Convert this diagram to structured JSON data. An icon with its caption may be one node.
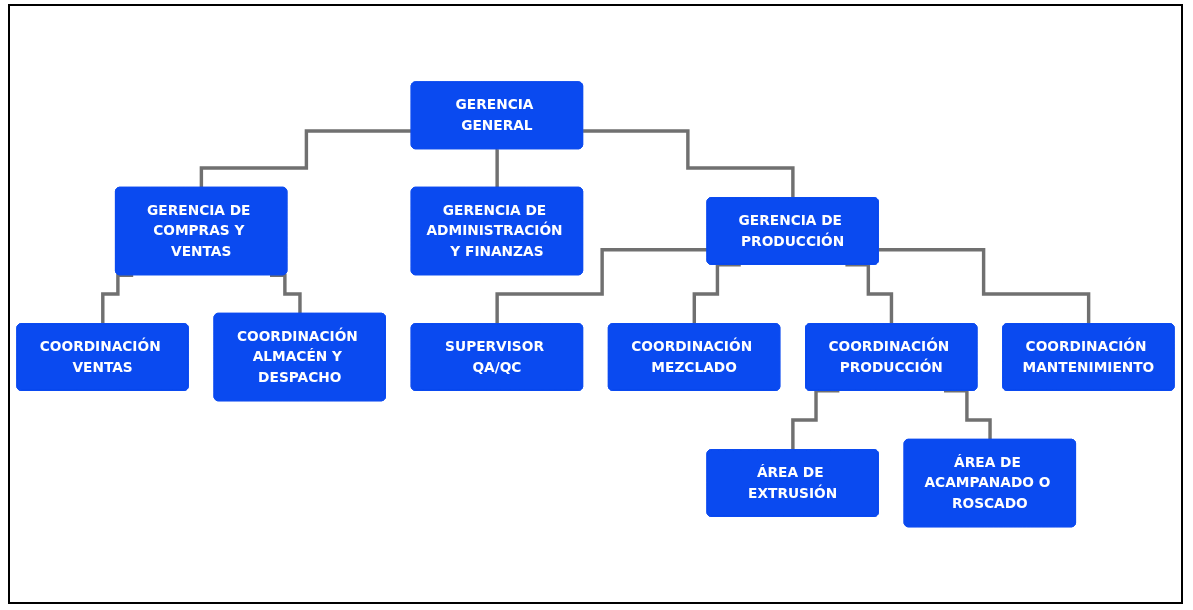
{
  "diagram": {
    "nodes": [
      {
        "text": [
          "GERENCIA GENERAL"
        ]
      },
      {
        "text": [
          "GERENCIA DE COMPRAS Y VENTAS"
        ]
      },
      {
        "text": [
          "GERENCIA DE ADMINISTRACIÓN Y FINANZAS"
        ]
      },
      {
        "text": [
          "GERENCIA DE PRODUCCIÓN"
        ]
      },
      {
        "text": [
          "COORDINACIÓN VENTAS"
        ]
      },
      {
        "text": [
          "COORDINACIÓN ALMACÉN Y DESPACHO"
        ]
      },
      {
        "text": [
          "SUPERVISOR QA/QC"
        ]
      },
      {
        "text": [
          "COORDINACIÓN MEZCLADO"
        ]
      },
      {
        "text": [
          "COORDINACIÓN PRODUCCIÓN"
        ]
      },
      {
        "text": [
          "COORDINACIÓN MANTENIMIENTO"
        ]
      },
      {
        "text": [
          "ÁREA DE EXTRUSIÓN"
        ]
      },
      {
        "text": [
          "ÁREA DE ACAMPANADO O ROSCADO"
        ]
      }
    ],
    "edges": [
      {
        "from": 0,
        "to": 1,
        "arrow": "none"
      },
      {
        "from": 0,
        "to": 2,
        "arrow": "none"
      },
      {
        "from": 0,
        "to": 3,
        "arrow": "none"
      },
      {
        "from": 1,
        "to": 4,
        "arrow": "none"
      },
      {
        "from": 1,
        "to": 5,
        "arrow": "none"
      },
      {
        "from": 3,
        "to": 6,
        "arrow": "none"
      },
      {
        "from": 3,
        "to": 7,
        "arrow": "none"
      },
      {
        "from": 3,
        "to": 8,
        "arrow": "none"
      },
      {
        "from": 3,
        "to": 9,
        "arrow": "none"
      },
      {
        "from": 8,
        "to": 10,
        "arrow": "none"
      },
      {
        "from": 8,
        "to": 11,
        "arrow": "none"
      }
    ]
  }
}
